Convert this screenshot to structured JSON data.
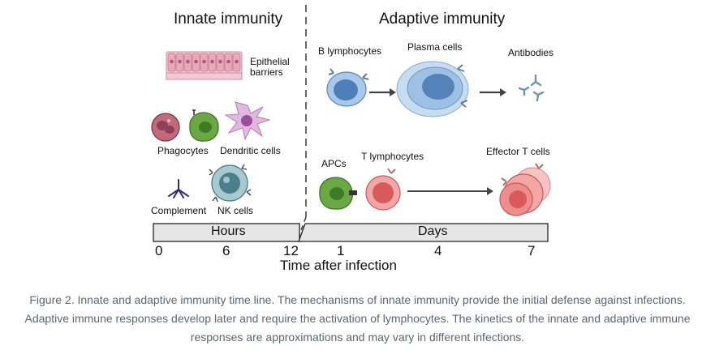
{
  "headings": {
    "innate": "Innate immunity",
    "adaptive": "Adaptive immunity"
  },
  "labels": {
    "epithelial_1": "Epithelial",
    "epithelial_2": "barriers",
    "phagocytes": "Phagocytes",
    "dendritic": "Dendritic cells",
    "complement": "Complement",
    "nk": "NK cells",
    "b_lymphocytes": "B lymphocytes",
    "plasma": "Plasma cells",
    "antibodies": "Antibodies",
    "apcs": "APCs",
    "t_lymphocytes": "T lymphocytes",
    "effector_t": "Effector T cells"
  },
  "timeline": {
    "hours_label": "Hours",
    "days_label": "Days",
    "ticks": [
      "0",
      "6",
      "12",
      "1",
      "4",
      "7"
    ],
    "axis_title": "Time after infection"
  },
  "caption": "Figure 2. Innate and adaptive immunity time line. The mechanisms of innate immunity provide the initial defense against infections. Adaptive immune responses develop later and require the activation of lymphocytes. The kinetics of the innate and adaptive immune responses are approximations and may vary in different infections.",
  "colors": {
    "bar_fill": "#e6e6e6",
    "b_cell": "#8fb8e0",
    "t_cell": "#e58a8a",
    "apc": "#5f9a3a",
    "phagocyte": "#b0505f",
    "dendritic": "#d9a8d9",
    "nk": "#7aa3ad",
    "epithelial": "#f1c6d3",
    "caption_text": "#5b6770"
  }
}
